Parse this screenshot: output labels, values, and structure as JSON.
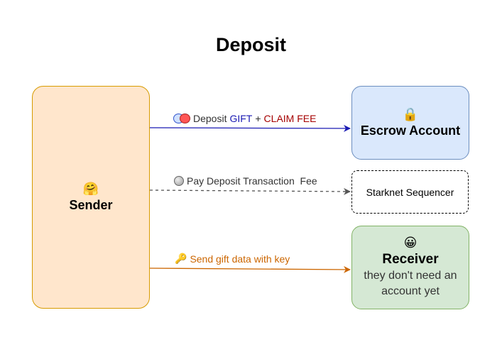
{
  "title": "Deposit",
  "sender": {
    "emoji": "🤗",
    "label": "Sender"
  },
  "escrow": {
    "emoji": "🔒",
    "label": "Escrow Account"
  },
  "sequencer": {
    "label": "Starknet Sequencer"
  },
  "receiver": {
    "emoji": "😀",
    "label": "Receiver",
    "sublabel_line1": "they don't need an",
    "sublabel_line2": "account yet"
  },
  "edges": {
    "deposit": {
      "prefix": "Deposit",
      "gift": "GIFT",
      "plus": "+",
      "fee": "CLAIM FEE",
      "icon": "two-coins-icon",
      "color": "#1a1ab3"
    },
    "pay_fee": {
      "text": "Pay Deposit Transaction  Fee",
      "icon": "coin-icon",
      "color": "#555555"
    },
    "send_data": {
      "text": "Send gift data with key",
      "emoji": "🔑",
      "color": "#cc6600"
    }
  },
  "colors": {
    "gift": "#1a1ab3",
    "claim_fee": "#a50000",
    "sender_fill": "#ffe6cc",
    "escrow_fill": "#dae8fc",
    "receiver_fill": "#d5e8d4"
  }
}
